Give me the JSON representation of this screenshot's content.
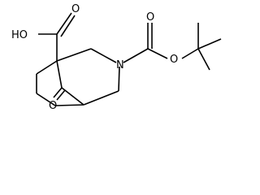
{
  "molecule": {
    "atoms": {
      "carboxylic_oh": "HO",
      "carboxylic_carbonyl_o": "O",
      "ring_nitrogen": "N",
      "boc_carbonyl_o": "O",
      "boc_ester_o": "O",
      "ketone_o": "O"
    },
    "colors": {
      "bond": "#000000",
      "label": "#000000",
      "background": "#ffffff"
    }
  }
}
